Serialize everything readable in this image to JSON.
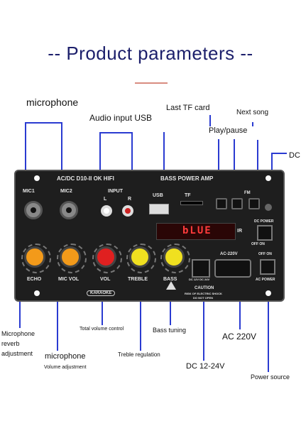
{
  "title": "-- Product parameters --",
  "callouts": {
    "microphone_top": "microphone",
    "audio_input_usb": "Audio input USB",
    "last_tf_card": "Last TF card",
    "next_song": "Next song",
    "play_pause": "Play/pause",
    "dc_top": "DC",
    "mic_reverb": "Microphone reverb adjustment",
    "total_volume": "Total volume control",
    "bass_tuning": "Bass tuning",
    "ac_220v": "AC 220V",
    "microphone_bottom": "microphone",
    "volume_adjustment": "Volume adjustment",
    "treble_regulation": "Treble regulation",
    "dc_12_24v": "DC 12-24V",
    "power_source": "Power source"
  },
  "panel": {
    "header": "AC/DC D10-II OK HIFI",
    "header_right": "BASS POWER AMP",
    "mic1": "MIC1",
    "mic2": "MIC2",
    "input": "INPUT",
    "input_l": "L",
    "input_r": "R",
    "usb": "USB",
    "tf": "TF",
    "fm": "FM",
    "display": "bLUE",
    "ir": "IR",
    "dc_label": "DC POWER",
    "off_on_1": "OFF  ON",
    "off_on_2": "OFF  ON",
    "ac_power": "AC POWER",
    "echo": "ECHO",
    "mic_vol": "MIC VOL",
    "vol": "VOL",
    "treble": "TREBLE",
    "bass": "BASS",
    "karaoke": "KARAOKE",
    "dc_12_24": "DC 12V DC 24V",
    "ac_220": "AC-220V",
    "caution": "CAUTION",
    "caution_sub": "RISK OF ELECTRIC SHOCK",
    "caution_sub2": "DO NOT OPEN"
  },
  "colors": {
    "pointer_line": "#2a3bd1",
    "title": "#1c1f6b",
    "display_red": "#ff3b3b",
    "knob_orange": "#f39a1a",
    "knob_red": "#e02020",
    "knob_yellow": "#f0e020"
  }
}
